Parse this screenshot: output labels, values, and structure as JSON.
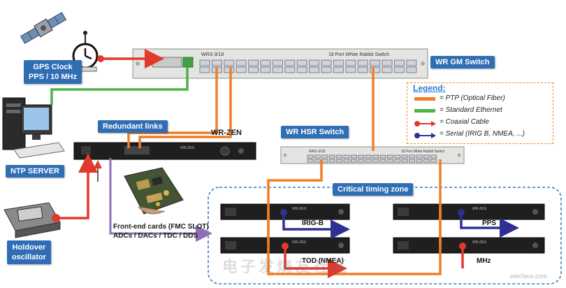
{
  "labels": {
    "gps_clock": [
      "GPS Clock",
      "PPS / 10 MHz"
    ],
    "ntp_server": "NTP SERVER",
    "holdover": [
      "Holdover",
      "oscillator"
    ],
    "redundant_links": "Redundant links",
    "wr_zen": "WR-ZEN",
    "wr_gm_switch": "WR GM Switch",
    "wr_hsr_switch": "WR HSR Switch",
    "critical_zone": "Critical timing zone",
    "frontend": [
      "Front-end cards (FMC SLOT)",
      "ADCs / DACs / TDC / DDS"
    ]
  },
  "devices": {
    "gm_switch_model": "WRS-3/18",
    "gm_switch_caption": "18 Port White Rabbit Switch",
    "hsr_switch_model": "WRS-3/18",
    "hsr_switch_caption": "18 Port White Rabbit Switch",
    "zen_model": "WR-ZEN",
    "zen_unit_label": "WR-ZEN"
  },
  "signals": {
    "irig_b": "IRIG-B",
    "tod": "TOD (NMEA)",
    "pps": "PPS",
    "mhz": "MHz"
  },
  "legend": {
    "title": "Legend:",
    "items": [
      {
        "color": "#f07e26",
        "kind": "line",
        "text": "= PTP (Optical Fiber)"
      },
      {
        "color": "#4fb248",
        "kind": "line",
        "text": "= Standard Ethernet"
      },
      {
        "color": "#e2392b",
        "kind": "dot",
        "text": "= Coaxial Cable"
      },
      {
        "color": "#2e3192",
        "kind": "dot",
        "text": "= Serial (IRIG B, NMEA, ...)"
      }
    ]
  },
  "watermark": {
    "text": "电子发烧友社区",
    "url": "elecfans.com"
  },
  "colors": {
    "ptp": "#f07e26",
    "ethernet": "#4fb248",
    "coax": "#e2392b",
    "serial": "#2e3192",
    "frontend": "#8e6fb8",
    "label_bg": "#2f6db5",
    "zone": "#3c78c8"
  }
}
